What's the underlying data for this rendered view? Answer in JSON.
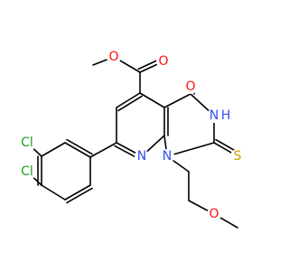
{
  "atoms": [
    {
      "id": "o_carbonyl_ester",
      "text": "O",
      "color": "#ff0d0d"
    },
    {
      "id": "o_ester",
      "text": "O",
      "color": "#ff0d0d"
    },
    {
      "id": "o_ring_carbonyl",
      "text": "O",
      "color": "#ff0d0d"
    },
    {
      "id": "nh",
      "text": "N",
      "color": "#3050f8"
    },
    {
      "id": "nh_h",
      "text": "H",
      "color": "#3050f8"
    },
    {
      "id": "s_thione",
      "text": "S",
      "color": "#c8a000"
    },
    {
      "id": "n1",
      "text": "N",
      "color": "#3050f8"
    },
    {
      "id": "n_pyridine",
      "text": "N",
      "color": "#3050f8"
    },
    {
      "id": "o_ether",
      "text": "O",
      "color": "#ff0d0d"
    },
    {
      "id": "cl_top",
      "text": "Cl",
      "color": "#1fa01f"
    },
    {
      "id": "cl_bottom",
      "text": "Cl",
      "color": "#1fa01f"
    }
  ]
}
